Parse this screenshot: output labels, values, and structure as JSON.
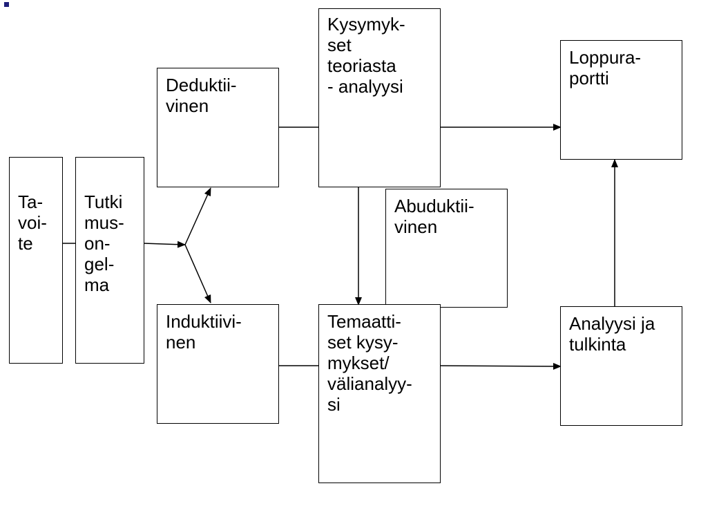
{
  "diagram": {
    "nodes": {
      "tavoite": {
        "label": "Ta-\nvoi-\nte"
      },
      "tutkimusongelma": {
        "label": "Tutki\nmus-\non-\ngel-\nma"
      },
      "deduktiivinen": {
        "label": "Deduktii-\nvinen"
      },
      "induktiivinen": {
        "label": "Induktiivi-\nnen"
      },
      "kysymykset_teoriasta": {
        "label": "Kysymyk-\nset\nteoriasta\n- analyysi"
      },
      "abduktiivinen": {
        "label": "Abuduktii-\nvinen"
      },
      "temaattiset_kysymykset": {
        "label": "Temaatti-\nset kysy-\nmykset/\nvälianalyy-\nsi"
      },
      "loppuraportti": {
        "label": "Loppura-\nportti"
      },
      "analyysi_ja_tulkinta": {
        "label": "Analyysi ja\ntulkinta"
      }
    },
    "colors": {
      "line": "#000000",
      "bullet": "#1f1f7a"
    }
  }
}
